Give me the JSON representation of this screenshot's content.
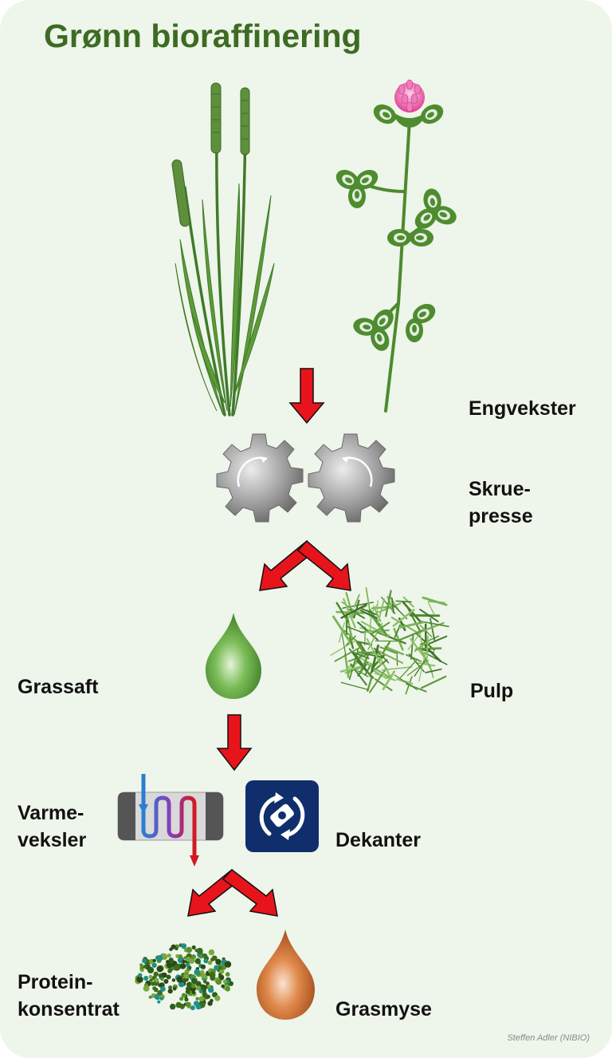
{
  "title": "Grønn bioraffinering",
  "labels": {
    "engvekster": "Engvekster",
    "skrue_line1": "Skrue-",
    "skrue_line2": "presse",
    "grassaft": "Grassaft",
    "pulp": "Pulp",
    "varme_line1": "Varme-",
    "varme_line2": "veksler",
    "dekanter": "Dekanter",
    "protein_line1": "Protein-",
    "protein_line2": "konsentrat",
    "grasmyse": "Grasmyse"
  },
  "credit": "Steffen Adler (NIBIO)",
  "colors": {
    "background": "#eef5ea",
    "title": "#3d6b23",
    "arrow": "#e8141b",
    "plant_green": "#4d8a2e",
    "clover_flower": "#e8479b",
    "gear": "#8d8d8d",
    "grassaft_drop": "#6fae4f",
    "grasmyse_drop": "#d9733a",
    "dekanter_box": "#0f2e6b"
  },
  "icons": [
    "grass-icon",
    "clover-icon",
    "gear-icon",
    "droplet-icon",
    "fiber-icon",
    "heat-exchanger-icon",
    "decanter-icon",
    "protein-particles-icon"
  ]
}
